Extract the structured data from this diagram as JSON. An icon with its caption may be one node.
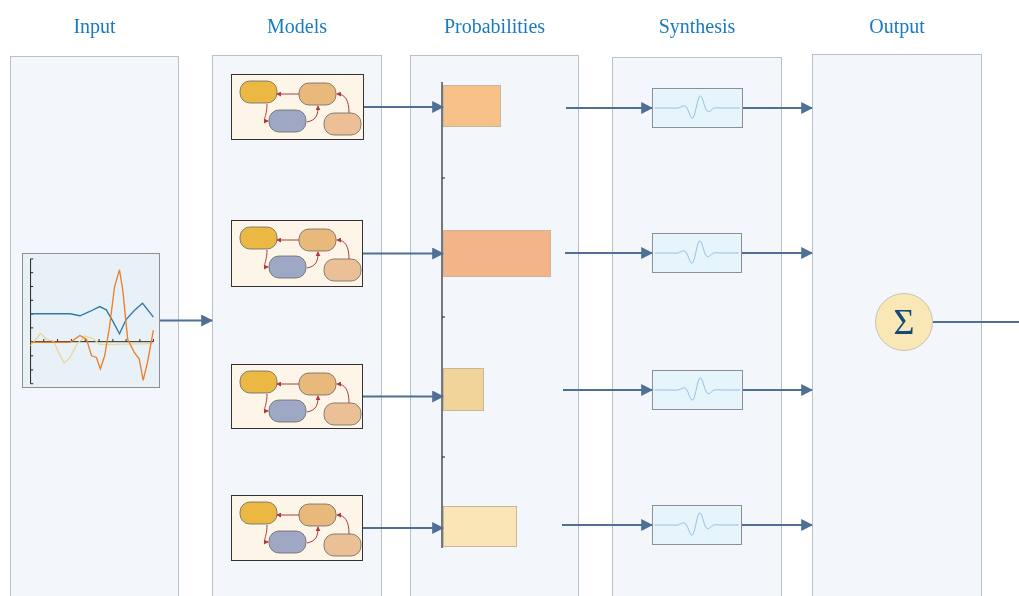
{
  "diagram": {
    "nodes": [
      {
        "text": [
          "Input"
        ]
      },
      {
        "text": [],
        "shape": "picture",
        "in": 0
      },
      {
        "text": [
          "Models"
        ]
      },
      {
        "text": [],
        "shape": "box",
        "in": 2
      },
      {
        "text": [],
        "shape": "box",
        "in": 2
      },
      {
        "text": [],
        "shape": "box",
        "in": 2
      },
      {
        "text": [],
        "shape": "box",
        "in": 2
      },
      {
        "text": [
          "Probabilities"
        ]
      },
      {
        "text": [],
        "shape": "bar",
        "in": 7
      },
      {
        "text": [],
        "shape": "bar",
        "in": 7
      },
      {
        "text": [],
        "shape": "bar",
        "in": 7
      },
      {
        "text": [],
        "shape": "bar",
        "in": 7
      },
      {
        "text": [
          "Synthesis"
        ]
      },
      {
        "text": [],
        "shape": "picture",
        "in": 12
      },
      {
        "text": [],
        "shape": "picture",
        "in": 12
      },
      {
        "text": [],
        "shape": "picture",
        "in": 12
      },
      {
        "text": [],
        "shape": "picture",
        "in": 12
      },
      {
        "text": [
          "Output"
        ]
      },
      {
        "text": [
          "Σ"
        ],
        "in": 17
      }
    ],
    "edges": [
      {
        "from": 1,
        "to": 2,
        "arrow": "to"
      },
      {
        "from": 3,
        "to": 8,
        "arrow": "to"
      },
      {
        "from": 4,
        "to": 9,
        "arrow": "to"
      },
      {
        "from": 5,
        "to": 10,
        "arrow": "to"
      },
      {
        "from": 6,
        "to": 11,
        "arrow": "to"
      },
      {
        "from": null,
        "to": 13,
        "arrow": "to"
      },
      {
        "from": null,
        "to": 14,
        "arrow": "to"
      },
      {
        "from": null,
        "to": 15,
        "arrow": "to"
      },
      {
        "from": null,
        "to": 16,
        "arrow": "to"
      },
      {
        "from": 13,
        "to": 17,
        "arrow": "to"
      },
      {
        "from": 14,
        "to": 17,
        "arrow": "to"
      },
      {
        "from": 15,
        "to": 17,
        "arrow": "to"
      },
      {
        "from": 16,
        "to": 17,
        "arrow": "to"
      },
      {
        "from": 18,
        "to": null,
        "arrow": "none"
      }
    ]
  }
}
